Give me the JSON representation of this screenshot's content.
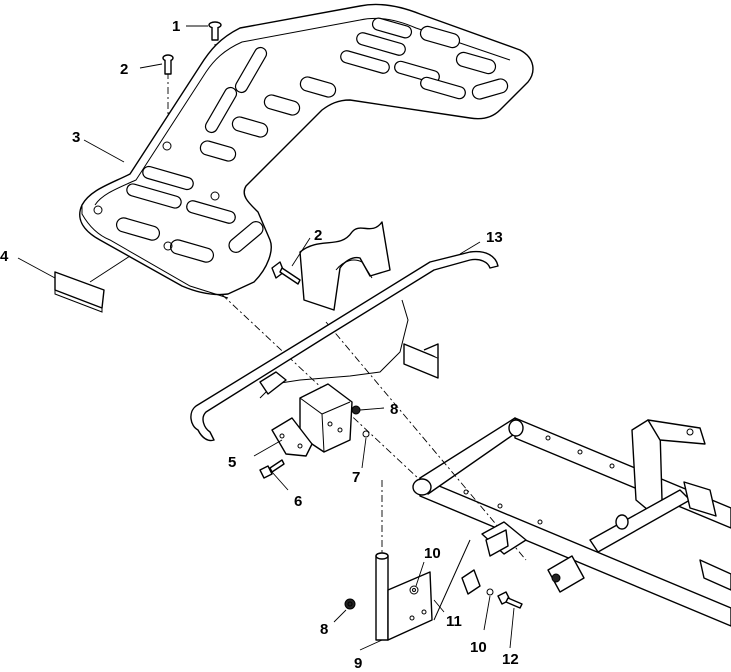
{
  "diagram": {
    "callouts": [
      {
        "id": "c1",
        "text": "1"
      },
      {
        "id": "c2a",
        "text": "2"
      },
      {
        "id": "c2b",
        "text": "2"
      },
      {
        "id": "c3",
        "text": "3"
      },
      {
        "id": "c4",
        "text": "4"
      },
      {
        "id": "c5",
        "text": "5"
      },
      {
        "id": "c6",
        "text": "6"
      },
      {
        "id": "c7",
        "text": "7"
      },
      {
        "id": "c8a",
        "text": "8"
      },
      {
        "id": "c8b",
        "text": "8"
      },
      {
        "id": "c9",
        "text": "9"
      },
      {
        "id": "c10a",
        "text": "10"
      },
      {
        "id": "c10b",
        "text": "10"
      },
      {
        "id": "c11",
        "text": "11"
      },
      {
        "id": "c12",
        "text": "12"
      },
      {
        "id": "c13",
        "text": "13"
      }
    ]
  }
}
